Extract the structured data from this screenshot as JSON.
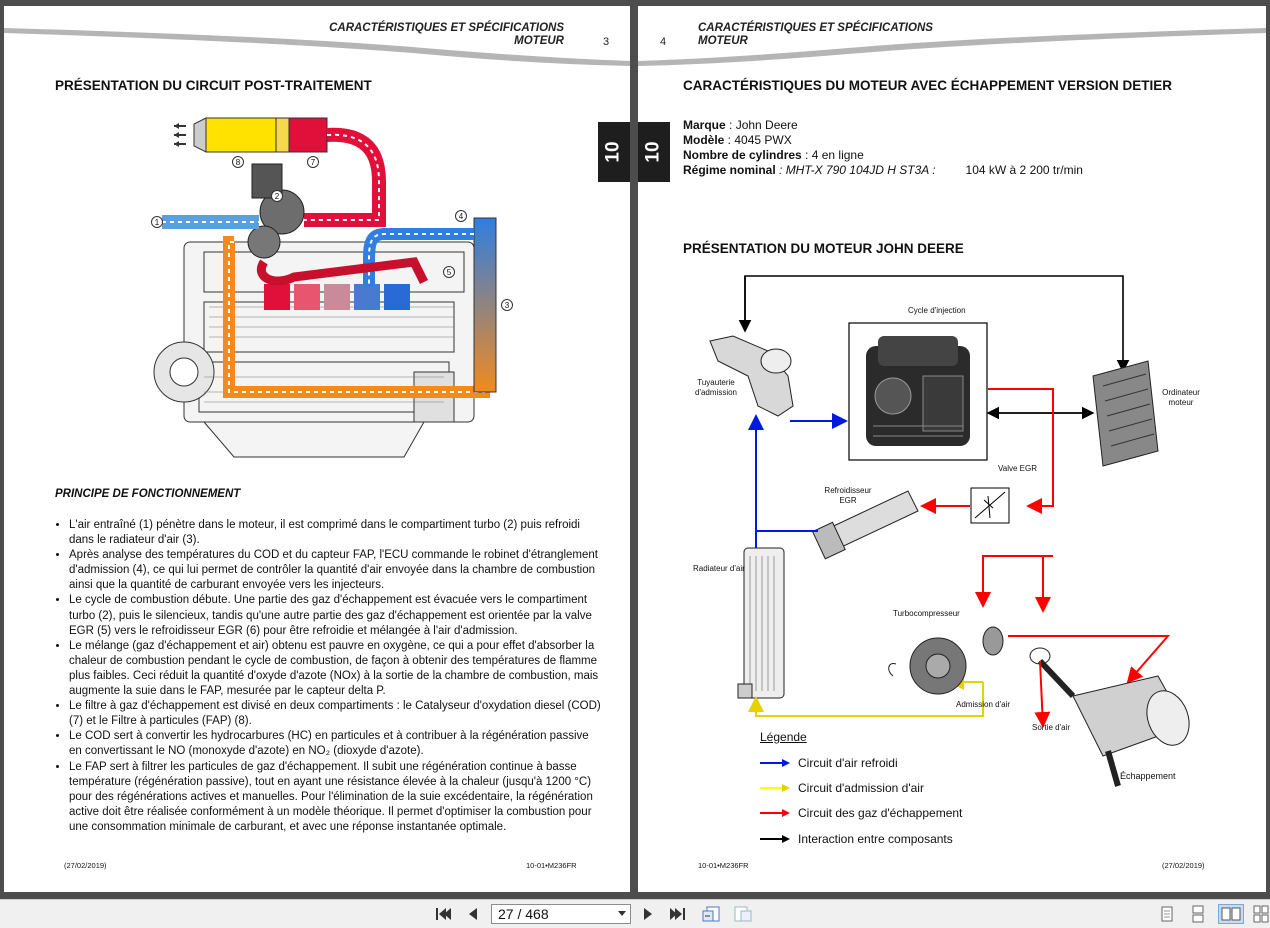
{
  "left_page": {
    "header_line1": "CARACTÉRISTIQUES ET SPÉCIFICATIONS",
    "header_line2": "MOTEUR",
    "page_number": "3",
    "section_tab": "10",
    "title": "PRÉSENTATION DU CIRCUIT POST-TRAITEMENT",
    "callouts": [
      "1",
      "2",
      "3",
      "4",
      "5",
      "7",
      "8"
    ],
    "principe_title": "PRINCIPE DE FONCTIONNEMENT",
    "bullets": [
      "L'air entraîné (1) pénètre dans le moteur, il est comprimé dans le compartiment turbo (2) puis refroidi dans le radiateur d'air (3).",
      "Après analyse des températures du COD et du capteur FAP, l'ECU commande le robinet d'étranglement d'admission (4), ce qui lui permet de contrôler la quantité d'air envoyée dans la chambre de combustion ainsi que la quantité de carburant envoyée vers les injecteurs.",
      "Le cycle de combustion débute. Une partie des gaz d'échappement est évacuée vers le compartiment turbo (2), puis le silencieux, tandis qu'une autre partie des gaz d'échappement est orientée par la valve EGR (5) vers le refroidisseur EGR (6) pour être refroidie et mélangée à l'air d'admission.",
      "Le mélange (gaz d'échappement et air) obtenu est pauvre en oxygène, ce qui a pour effet d'absorber la chaleur de combustion pendant le cycle de combustion, de façon à obtenir des températures de flamme plus faibles. Ceci réduit la quantité d'oxyde d'azote (NOx) à la sortie de la chambre de combustion, mais augmente la suie dans le FAP, mesurée par le capteur delta P.",
      "Le filtre à gaz d'échappement est divisé en deux compartiments : le Catalyseur d'oxydation diesel (COD) (7) et le Filtre à particules (FAP) (8).",
      "Le COD sert à convertir les hydrocarbures (HC) en particules et à contribuer à la régénération passive en convertissant le NO (monoxyde d'azote) en NO₂ (dioxyde d'azote).",
      "Le FAP sert à filtrer les particules de gaz d'échappement. Il subit une régénération continue à basse température (régénération passive), tout en ayant une résistance élevée à la chaleur (jusqu'à 1200 °C) pour des régénérations actives et manuelles. Pour l'élimination de la suie excédentaire, la régénération active doit être réalisée conformément à un modèle théorique. Il permet d'optimiser la combustion pour une consommation minimale de carburant, et avec une réponse instantanée optimale."
    ],
    "footer_date": "(27/02/2019)",
    "footer_ref": "10-01•M236FR"
  },
  "right_page": {
    "header_line1": "CARACTÉRISTIQUES ET SPÉCIFICATIONS",
    "header_line2": "MOTEUR",
    "page_number": "4",
    "section_tab": "10",
    "title": "CARACTÉRISTIQUES DU MOTEUR AVEC ÉCHAPPEMENT VERSION DETIER",
    "specs": {
      "brand_label": "Marque",
      "brand_value": " : John Deere",
      "model_label": "Modèle",
      "model_value": " : 4045 PWX",
      "cylinders_label": "Nombre de cylindres",
      "cylinders_value": " : 4 en ligne",
      "regime_label": "Régime nominal",
      "regime_model": " : MHT-X 790 104JD H ST3A :",
      "regime_value": "104 kW à 2 200 tr/min"
    },
    "diagram_title": "PRÉSENTATION DU MOTEUR JOHN DEERE",
    "labels": {
      "cycle_injection": "Cycle d'injection",
      "tuyauterie": "Tuyauterie d'admission",
      "ordinateur": "Ordinateur moteur",
      "valve_egr": "Valve EGR",
      "refroidisseur": "Refroidisseur EGR",
      "radiateur": "Radiateur d'air",
      "turbo": "Turbocompresseur",
      "admission_air": "Admission d'air",
      "sortie_air": "Sortie d'air",
      "echappement": "Échappement"
    },
    "legend": {
      "title": "Légende",
      "items": [
        {
          "label": "Circuit d'air refroidi",
          "color": "#0018e0"
        },
        {
          "label": "Circuit d'admission d'air",
          "color": "#ffff00"
        },
        {
          "label": "Circuit des gaz d'échappement",
          "color": "#ff0000"
        },
        {
          "label": "Interaction entre composants",
          "color": "#000000"
        }
      ]
    },
    "footer_ref": "10-01•M236FR",
    "footer_date": "(27/02/2019)"
  },
  "toolbar": {
    "page_field": "27 / 468"
  }
}
